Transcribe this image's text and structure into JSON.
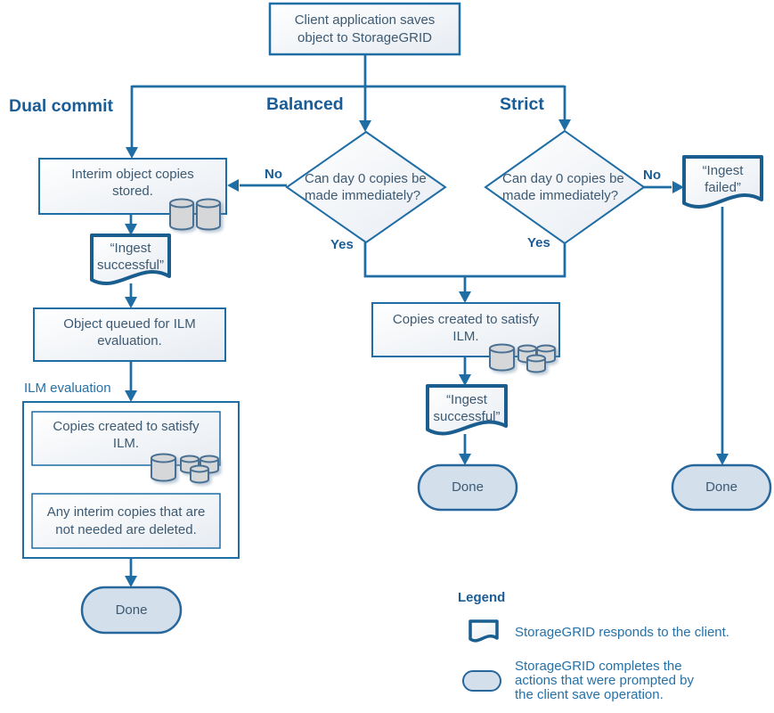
{
  "nodes": {
    "client": "Client application saves object to StorageGRID",
    "headers": {
      "dual_commit": "Dual commit",
      "balanced": "Balanced",
      "strict": "Strict"
    },
    "interim": "Interim object copies stored.",
    "ingest_successful_left": "“Ingest successful”",
    "object_queued": "Object queued for ILM evaluation.",
    "ilm_evaluation": "ILM evaluation",
    "copies_ilm_left": "Copies created to satisfy ILM.",
    "interim_deleted": "Any interim copies that are not needed are deleted.",
    "done_left": "Done",
    "question_balanced": "Can day 0 copies be made immediately?",
    "no_balanced": "No",
    "yes_balanced": "Yes",
    "question_strict": "Can day 0 copies be made immediately?",
    "no_strict": "No",
    "yes_strict": "Yes",
    "copies_ilm_center": "Copies created to satisfy ILM.",
    "ingest_successful_center": "“Ingest successful”",
    "done_center": "Done",
    "ingest_failed": "“Ingest failed”",
    "done_right": "Done"
  },
  "legend": {
    "title": "Legend",
    "responds": "StorageGRID responds to the client.",
    "completes": "StorageGRID completes the actions that were prompted by the client save operation."
  },
  "colors": {
    "line": "#1f6da5",
    "hdr": "#1a5c95",
    "body": "#3d5a73",
    "blue_text": "#2571a8",
    "done_fill": "#d3dfeb",
    "cyl_fill": "#d5d7d9",
    "cyl_stroke": "#4a7092"
  }
}
